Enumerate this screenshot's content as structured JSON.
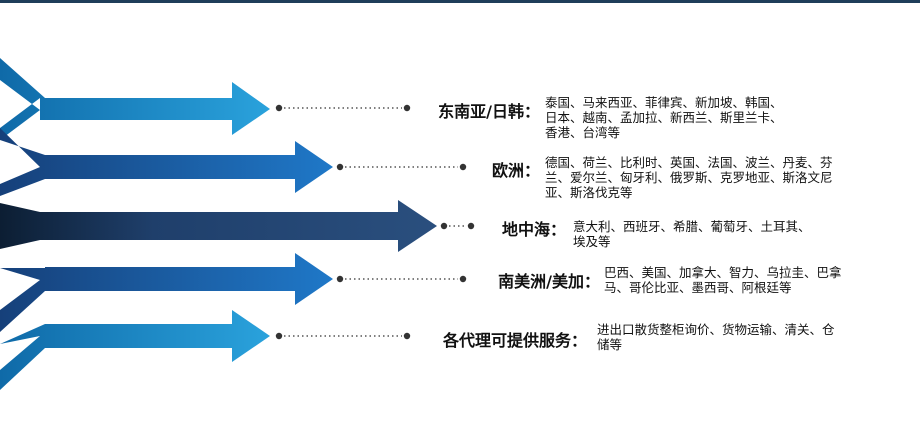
{
  "rows": [
    {
      "label": "东南亚/日韩：",
      "lines": [
        "泰国、马来西亚、菲律宾、新加坡、韩国、",
        "日本、越南、孟加拉、新西兰、斯里兰卡、",
        "香港、台湾等"
      ],
      "color": "#1b86c4"
    },
    {
      "label": "欧洲：",
      "lines": [
        "德国、荷兰、比利时、英国、法国、波兰、丹麦、芬",
        "兰、爱尔兰、匈牙利、俄罗斯、克罗地亚、斯洛文尼",
        "亚、斯洛伐克等"
      ],
      "color": "#1e6fbe"
    },
    {
      "label": "地中海：",
      "lines": [
        "意大利、西班牙、希腊、葡萄牙、土耳其、",
        "埃及等"
      ],
      "color": "#1f3f6b"
    },
    {
      "label": "南美洲/美加：",
      "lines": [
        "巴西、美国、加拿大、智力、乌拉圭、巴拿",
        "马、哥伦比亚、墨西哥、阿根廷等"
      ],
      "color": "#1e6fbe"
    },
    {
      "label": "各代理可提供服务：",
      "lines": [
        "进出口散货整柜询价、货物运输、清关、仓",
        "储等"
      ],
      "color": "#1b86c4"
    }
  ]
}
